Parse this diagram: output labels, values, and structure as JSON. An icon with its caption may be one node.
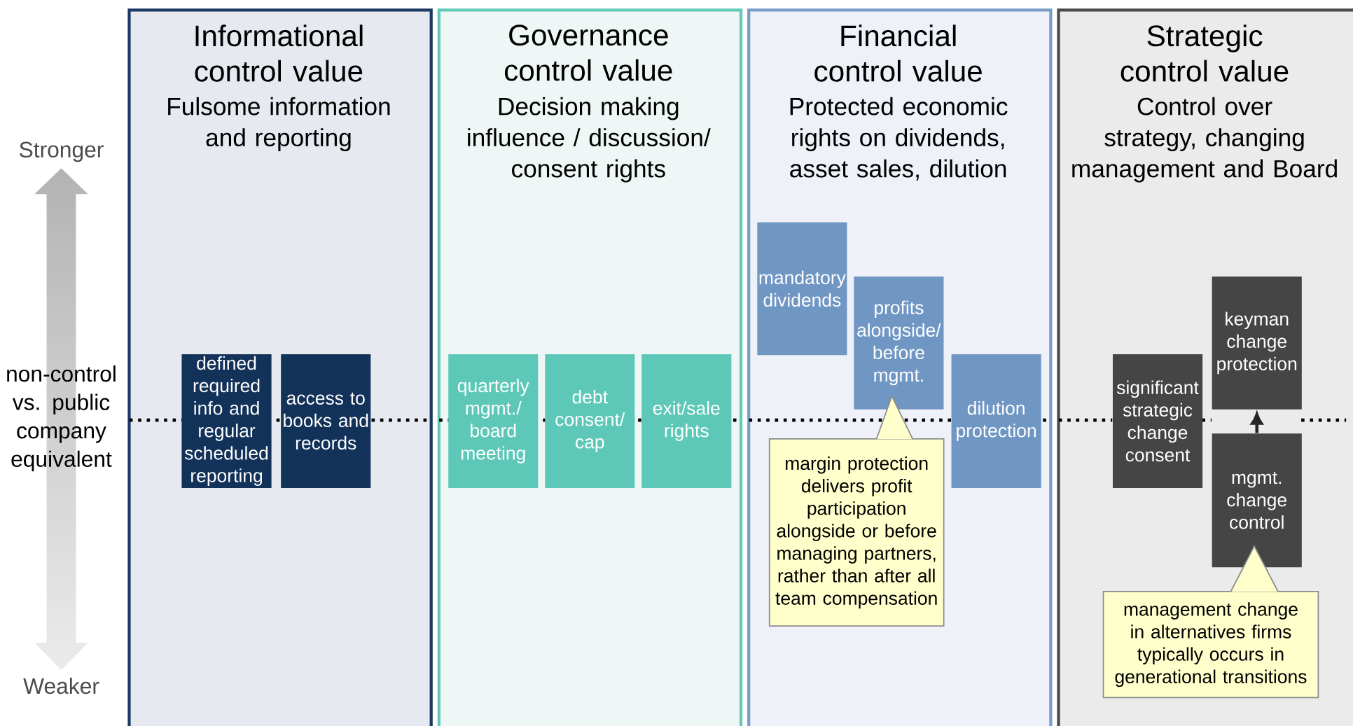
{
  "diagram": {
    "nodes": [
      {
        "text": [
          "Informational control value",
          "Fulsome information and reporting"
        ]
      },
      {
        "text": [
          "Governance control value",
          "Decision making influence / discussion/ consent rights"
        ]
      },
      {
        "text": [
          "Financial control value",
          "Protected economic rights on dividends, asset sales, dilution"
        ]
      },
      {
        "text": [
          "Strategic control value",
          "Control over strategy, changing management and Board"
        ]
      },
      {
        "text": [
          "defined required info and regular scheduled reporting"
        ],
        "in": 0
      },
      {
        "text": [
          "access to books and records"
        ],
        "in": 0
      },
      {
        "text": [
          "quarterly mgmt./ board meeting"
        ],
        "in": 1
      },
      {
        "text": [
          "debt consent/ cap"
        ],
        "in": 1
      },
      {
        "text": [
          "exit/sale rights"
        ],
        "in": 1
      },
      {
        "text": [
          "mandatory dividends"
        ],
        "in": 2
      },
      {
        "text": [
          "profits alongside/ before mgmt."
        ],
        "in": 2
      },
      {
        "text": [
          "dilution protection"
        ],
        "in": 2
      },
      {
        "text": [
          "margin protection delivers profit participation alongside or before managing partners, rather than after all team compensation"
        ],
        "in": 2
      },
      {
        "text": [
          "significant strategic change consent"
        ],
        "in": 3
      },
      {
        "text": [
          "keyman change protection"
        ],
        "in": 3
      },
      {
        "text": [
          "mgmt. change control"
        ],
        "in": 3
      },
      {
        "text": [
          "management change in alternatives firms typically occurs in generational transitions"
        ],
        "in": 3
      }
    ],
    "edges": [
      {
        "from": 12,
        "to": 10,
        "arrow": "to"
      },
      {
        "from": 16,
        "to": 15,
        "arrow": "to"
      },
      {
        "from": 15,
        "to": 14,
        "arrow": "to",
        "color": "#262626"
      }
    ],
    "labels": [
      "Stronger",
      "non-control vs. public company equivalent",
      "Weaker"
    ]
  }
}
